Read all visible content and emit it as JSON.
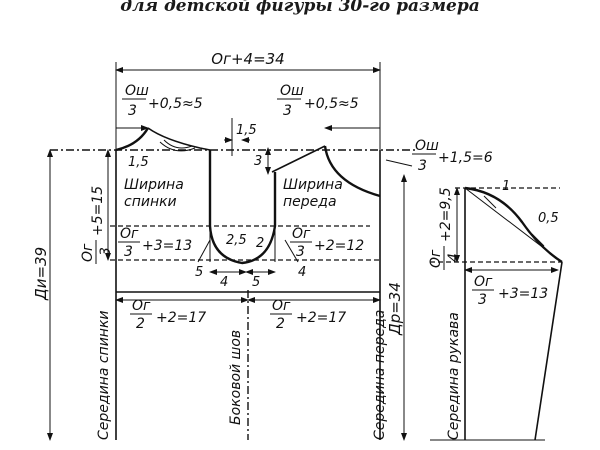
{
  "title": "для детской фигуры 30-го размера",
  "labels": {
    "og_plus_4": "Ог+4=34",
    "osh": "Ош",
    "three": "3",
    "plus05_5": "+0,5≈5",
    "plus15_6": "+1,5=6",
    "v15": "1,5",
    "v3": "3",
    "v1_5_left": "1,5",
    "shirina": "Ширина",
    "spinki": "спинки",
    "pereda": "переда",
    "og": "Ог",
    "plus5_15": "+5=15",
    "plus3_13": "+3=13",
    "plus2_12": "+2=12",
    "v25": "2,5",
    "v2": "2",
    "v5": "5",
    "v4": "4",
    "two": "2",
    "plus2_17": "+2=17",
    "di39": "Ди=39",
    "dr34": "Др=34",
    "four": "4",
    "plus2_95": "+2=9,5",
    "v1": "1",
    "v05": "0,5",
    "seredina_spinki": "Середина спинки",
    "bokovoy_shov": "Боковой шов",
    "seredina_pereda": "Середина переда",
    "seredina_rukava": "Середина рукава"
  }
}
